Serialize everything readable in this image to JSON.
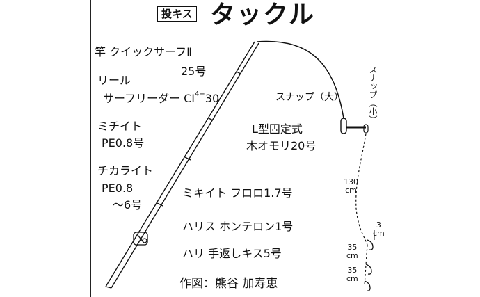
{
  "header": {
    "badge": "投キス",
    "title": "タックル"
  },
  "labels": {
    "rod_name": "竿 クイックサーフⅡ",
    "rod_size": "25号",
    "reel_label": "リール",
    "reel_name": "サーフリーダー CI",
    "reel_sup": "4+",
    "reel_num": "30",
    "main_line_label": "ミチイト",
    "main_line_spec": "PE0.8号",
    "shock_leader_label": "チカライト",
    "shock_leader_spec1": "PE0.8",
    "shock_leader_spec2": "～6号",
    "snap_large": "スナップ（大）",
    "sinker_type": "L型固定式",
    "sinker_spec": "木オモリ20号",
    "snap_small": "スナップ（小）",
    "mikite": "ミキイト フロロ1.7号",
    "harisu": "ハリス ホンテロン1号",
    "hari": "ハリ 手返しキス5号",
    "credit": "作図：熊谷 加寿恵"
  },
  "dimensions": {
    "len_130": "130",
    "len_3": "3",
    "len_35a": "35",
    "len_35b": "35",
    "unit": "cm"
  }
}
